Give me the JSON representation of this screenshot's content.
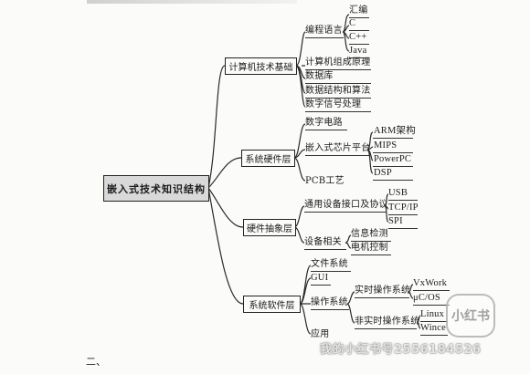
{
  "diagram": {
    "root": "嵌入式技术知识结构",
    "branches": [
      {
        "label": "计算机技术基础",
        "children": [
          {
            "label": "编程语言",
            "children": [
              "汇编",
              "C",
              "C++",
              "Java"
            ]
          },
          {
            "label": "计算机组成原理"
          },
          {
            "label": "数据库"
          },
          {
            "label": "数据结构和算法"
          },
          {
            "label": "数字信号处理"
          }
        ]
      },
      {
        "label": "系统硬件层",
        "children": [
          {
            "label": "数字电路"
          },
          {
            "label": "嵌入式芯片平台",
            "children": [
              "ARM架构",
              "MIPS",
              "PowerPC",
              "DSP"
            ]
          },
          {
            "label": "PCB工艺"
          }
        ]
      },
      {
        "label": "硬件抽象层",
        "children": [
          {
            "label": "通用设备接口及协议",
            "children": [
              "USB",
              "TCP/IP",
              "SPI"
            ]
          },
          {
            "label": "设备相关",
            "children": [
              "信息检测",
              "电机控制"
            ]
          }
        ]
      },
      {
        "label": "系统软件层",
        "children": [
          {
            "label": "文件系统"
          },
          {
            "label": "GUI"
          },
          {
            "label": "操作系统",
            "children": [
              {
                "label": "实时操作系统",
                "children": [
                  "VxWork",
                  "μC/OS"
                ]
              },
              {
                "label": "非实时操作系统",
                "children": [
                  "Linux",
                  "Wince"
                ]
              }
            ]
          },
          {
            "label": "应用"
          }
        ]
      }
    ]
  },
  "page": {
    "bottom_text": "二、",
    "watermark": "我的小红书号2556184526",
    "logo_text": "小红书"
  }
}
